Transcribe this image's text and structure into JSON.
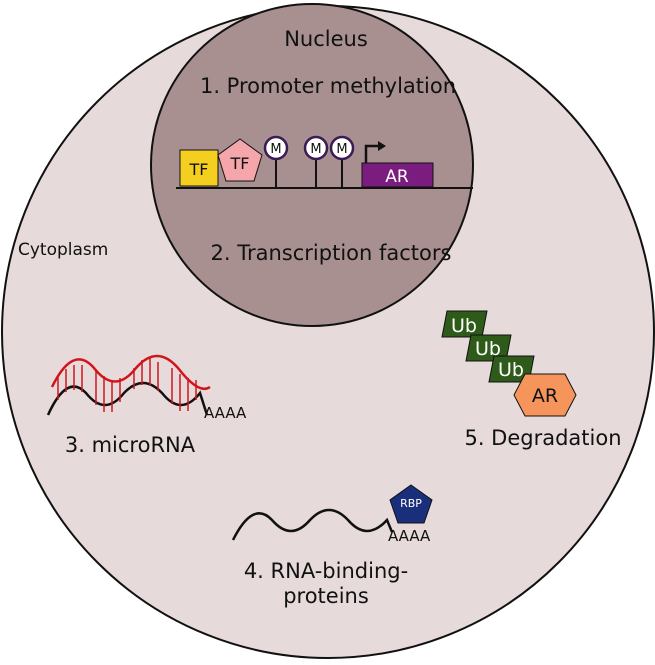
{
  "labels": {
    "nucleus": "Nucleus",
    "cytoplasm": "Cytoplasm",
    "promoter_methylation": "1. Promoter methylation",
    "transcription_factors": "2. Transcription factors",
    "microrna": "3. microRNA",
    "rbp_line1": "4. RNA-binding-",
    "rbp_line2": "proteins",
    "degradation": "5. Degradation"
  },
  "gene": {
    "tf1": "TF",
    "tf2": "TF",
    "methyl_marks": [
      "M",
      "M",
      "M"
    ],
    "gene_name": "AR"
  },
  "mirna": {
    "polya": "AAAA"
  },
  "rbp": {
    "protein": "RBP",
    "polya": "AAAA"
  },
  "degradation": {
    "ubiquitins": [
      "Ub",
      "Ub",
      "Ub"
    ],
    "protein": "AR"
  },
  "colors": {
    "cytoplasm": "#e6dada",
    "nucleus": "#a99090",
    "tf_yellow": "#f5cf1f",
    "tf_pink": "#f4a6aa",
    "ar_gene": "#7b1d7e",
    "mirna": "#d0151c",
    "rbp": "#1a2f7c",
    "ubiquitin": "#2f5b1a",
    "ar_protein": "#f5955c"
  }
}
